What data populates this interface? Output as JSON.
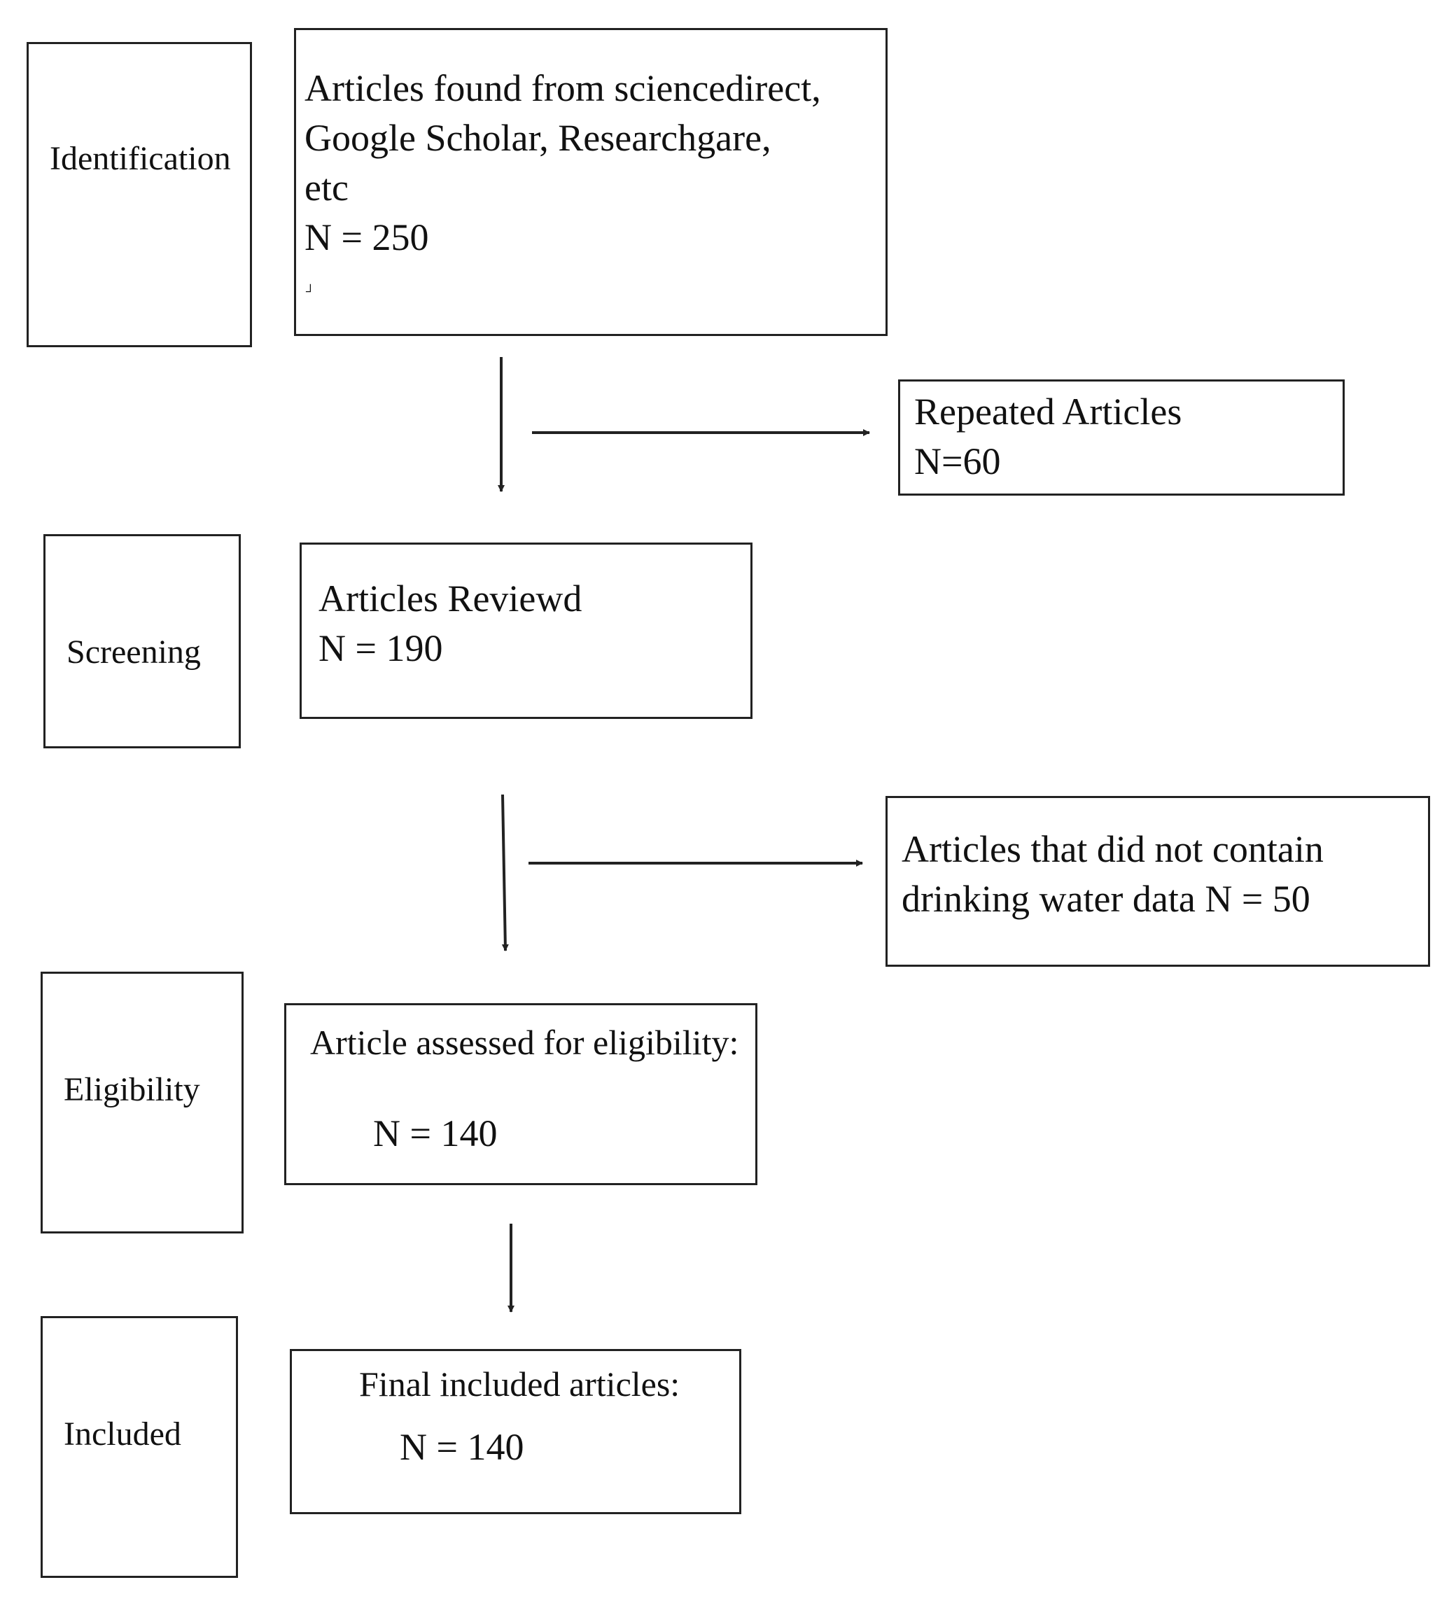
{
  "stages": {
    "identification": "Identification",
    "screening": "Screening",
    "eligibility": "Eligibility",
    "included": "Included"
  },
  "boxes": {
    "found": {
      "line1": "Articles found from sciencedirect,",
      "line2": "Google Scholar, Researchgare,",
      "line3": "etc",
      "count": "N = 250",
      "mark": "┘"
    },
    "repeated": {
      "title": "Repeated Articles",
      "count": "N=60"
    },
    "reviewed": {
      "title": "Articles Reviewd",
      "count": "N = 190"
    },
    "excluded": {
      "line1": "Articles that did not contain",
      "line2": "drinking water data N = 50"
    },
    "eligibility": {
      "title": "Article assessed for eligibility:",
      "count": "N = 140"
    },
    "included": {
      "title": "Final included articles:",
      "count": "N = 140"
    }
  },
  "colors": {
    "line": "#222222",
    "text": "#111111",
    "background": "#ffffff"
  }
}
